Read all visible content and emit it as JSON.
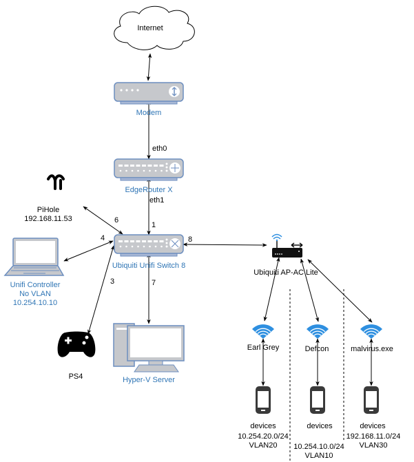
{
  "diagram": {
    "colors": {
      "device_fill": "#C6C8CC",
      "device_stroke": "#6C8EBF",
      "device_label": "#2F75B5",
      "wifi": "#2E8FE0",
      "edge": "#000000"
    },
    "nodes": {
      "internet": {
        "label": "Internet",
        "icon": "cloud-icon"
      },
      "modem": {
        "label": "Modem",
        "icon": "modem-icon"
      },
      "router": {
        "label": "EdgeRouter X",
        "icon": "router-icon"
      },
      "switch": {
        "label": "Ubiquiti Unifi Switch 8",
        "icon": "switch-icon"
      },
      "pihole": {
        "label": "PiHole",
        "ip": "192.168.11.53",
        "icon": "pihole-icon"
      },
      "controller": {
        "label": "Unifi Controller",
        "vlan": "No VLAN",
        "ip": "10.254.10.10",
        "icon": "laptop-icon"
      },
      "ps4": {
        "label": "PS4",
        "icon": "gamepad-icon"
      },
      "hyperv": {
        "label": "Hyper-V Server",
        "icon": "desktop-icon"
      },
      "ap": {
        "label": "Ubiquiti AP-AC Lite",
        "icon": "access-point-icon"
      },
      "ssids": [
        {
          "label": "Earl Grey",
          "icon": "wifi-icon"
        },
        {
          "label": "Defcon",
          "icon": "wifi-icon"
        },
        {
          "label": "malvirus.exe",
          "icon": "wifi-icon"
        }
      ],
      "device_groups": [
        {
          "label": "devices",
          "subnet": "10.254.20.0/24",
          "vlan": "VLAN20",
          "icon": "phone-icon"
        },
        {
          "label": "devices",
          "subnet": "10.254.10.0/24",
          "vlan": "VLAN10",
          "icon": "phone-icon"
        },
        {
          "label": "devices",
          "subnet": "192.168.11.0/24",
          "vlan": "VLAN30",
          "icon": "phone-icon"
        }
      ]
    },
    "edge_labels": {
      "router_wan": "eth0",
      "router_lan": "eth1",
      "port1": "1",
      "port3": "3",
      "port4": "4",
      "port6": "6",
      "port7": "7",
      "port8": "8"
    }
  }
}
